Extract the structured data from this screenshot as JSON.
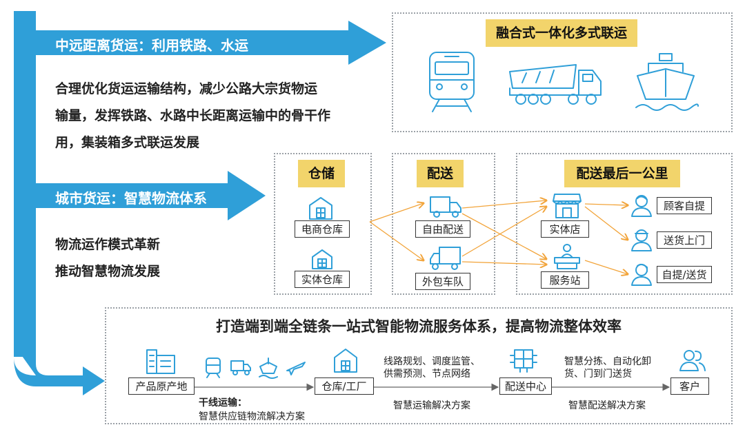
{
  "top": {
    "arrow_label": "中远距离货运：利用铁路、水运",
    "desc_lines": [
      "合理优化货运运输结构，减少公路大宗货物运",
      "输量，发挥铁路、水路中长距离运输中的骨干作",
      "用，集装箱多式联运发展"
    ],
    "box_title": "融合式一体化多式联运"
  },
  "middle": {
    "arrow_label": "城市货运：智慧物流体系",
    "desc_lines": [
      "物流运作模式革新",
      "推动智慧物流发展"
    ],
    "storage": {
      "title": "仓储",
      "items": [
        "电商仓库",
        "实体仓库"
      ]
    },
    "delivery": {
      "title": "配送",
      "items": [
        "自由配送",
        "外包车队"
      ]
    },
    "last_mile": {
      "title": "配送最后一公里",
      "points": [
        "实体店",
        "服务站"
      ],
      "customers": [
        "顾客自提",
        "送货上门",
        "自提/送货"
      ]
    }
  },
  "bottom": {
    "title": "打造端到端全链条一站式智能物流服务体系，提高物流整体效率",
    "nodes": [
      "产品原产地",
      "仓库/工厂",
      "配送中心",
      "客户"
    ],
    "trunk_label": "干线运输：",
    "trunk_sub": "智慧供应链物流解决方案",
    "route_lines": [
      "线路规划、调度监管、",
      "供需预测、节点网络"
    ],
    "route_solution": "智慧运输解决方案",
    "dist_lines": [
      "智慧分拣、自动化卸",
      "货、门到门送货"
    ],
    "dist_solution": "智慧配送解决方案"
  },
  "colors": {
    "arrow_blue": "#2f9fd8",
    "tag_yellow": "#f2d46b",
    "flow_orange": "#f2a43a",
    "icon_blue": "#2f9fd8"
  }
}
